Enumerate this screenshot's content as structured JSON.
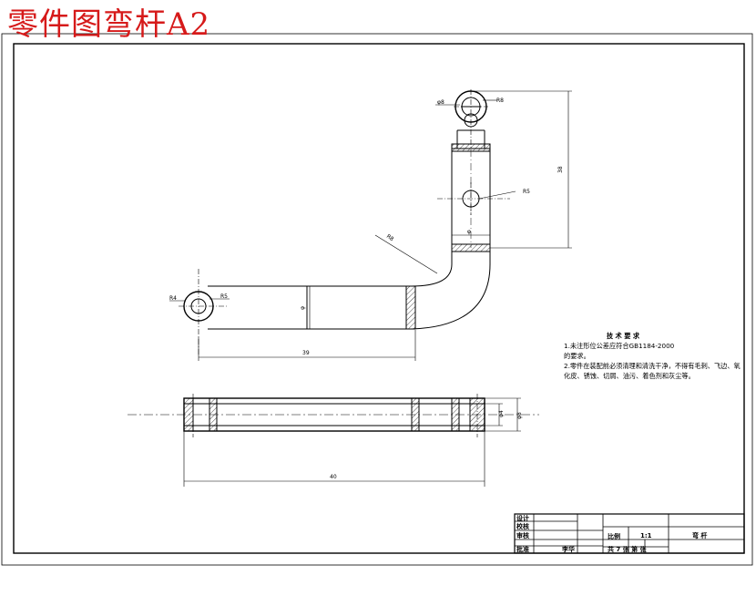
{
  "title": "零件图弯杆A2",
  "dimensions": {
    "top_bore_dim": "φ8",
    "top_right_dim": "R8",
    "height_dim": "38",
    "mid_hole_dim": "R5",
    "tube_width_dim": "φ",
    "bend_dim": "R8",
    "left_hole_dim_a": "R4",
    "left_hole_dim_b": "R5",
    "arm_width_dim": "φ",
    "arm_length_dim": "39",
    "section_inner_dim": "φ4",
    "section_outer_dim": "φ8",
    "section_length_dim": "40"
  },
  "technical_notes": {
    "title": "技 术 要 求",
    "lines": [
      "1.未注形位公差应符合GB1184-2000",
      "  的要求。",
      "2.零件在装配前必须清理和清洗干净，不得有毛刺、飞边、氧",
      "  化皮、锈蚀、切屑、油污、着色剂和灰尘等。"
    ]
  },
  "title_block": {
    "designer_label": "设计",
    "checker_label": "校核",
    "reviewer_label": "审核",
    "approver_label": "批准",
    "drawer_name": "李华",
    "scale_label": "比例",
    "scale_value": "1:1",
    "part_name": "弯 杆",
    "sheet_info": "共 7 张 第 张"
  }
}
